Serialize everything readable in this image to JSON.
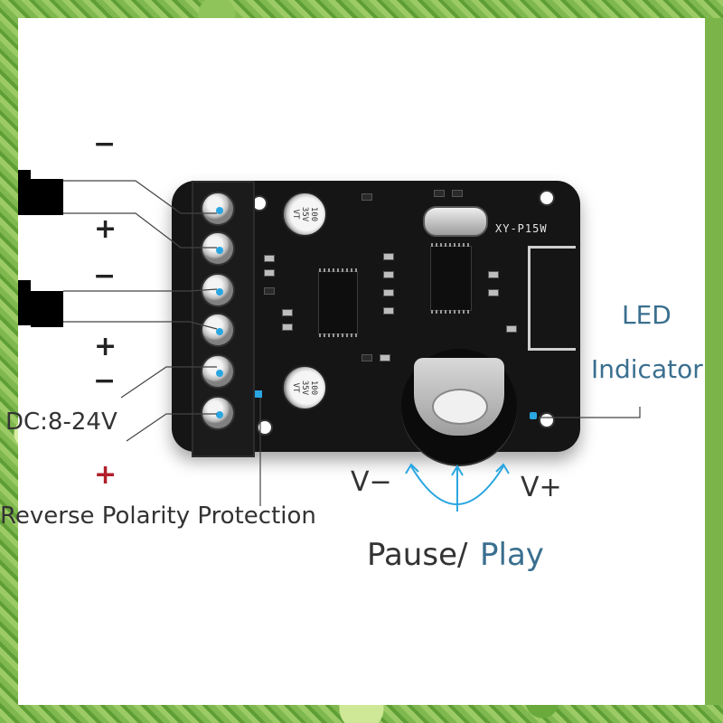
{
  "board": {
    "model": "XY-P15W",
    "capacitor_top": [
      "100",
      "35V",
      "VT"
    ],
    "capacitor_bottom": [
      "100",
      "35V",
      "VT"
    ]
  },
  "terminals": {
    "speaker1_minus": "−",
    "speaker1_plus": "+",
    "speaker2_minus": "−",
    "speaker2_plus": "+",
    "power_minus": "−",
    "power_plus": "+"
  },
  "labels": {
    "power_input": "DC:8-24V",
    "reverse_polarity": "Reverse Polarity Protection",
    "led_indicator_line1": "LED",
    "led_indicator_line2": "Indicator",
    "volume_down": "V−",
    "volume_up": "V+",
    "pause_play_1": "Pause/",
    "pause_play_2": "Play"
  },
  "colors": {
    "accent_blue": "#2aa6e0",
    "power_plus_red": "#b0202a",
    "pcb": "#151515"
  }
}
